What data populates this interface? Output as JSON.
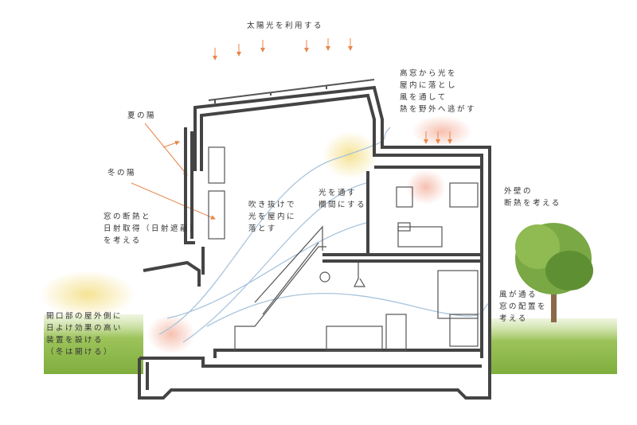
{
  "labels": {
    "solar": [
      "太陽光を利用する"
    ],
    "high_window": [
      "高窓から光を",
      "屋内に落とし",
      "風を通して",
      "熱を野外へ逃がす"
    ],
    "summer_sun": [
      "夏の陽"
    ],
    "winter_sun": [
      "冬の陽"
    ],
    "window_insulation": [
      "窓の断熱と",
      "日射取得（日射遮蔽）",
      "を考える"
    ],
    "atrium": [
      "吹き抜けで",
      "光を屋内に",
      "落とす"
    ],
    "transom": [
      "光を通す",
      "欄間にする"
    ],
    "wall_insulation": [
      "外壁の",
      "断熱を考える"
    ],
    "ventilation": [
      "風が通る",
      "窓の配置を",
      "考える"
    ],
    "shading": [
      "開口部の屋外側に",
      "日よけ効果の高い",
      "装置を設ける",
      "（冬は開ける）"
    ]
  },
  "colors": {
    "wall": "#444444",
    "sun_arrow": "#e8874a",
    "wind": "#a9c4dc",
    "grass": "#9cc35a",
    "tree": "#6f9e3c"
  }
}
